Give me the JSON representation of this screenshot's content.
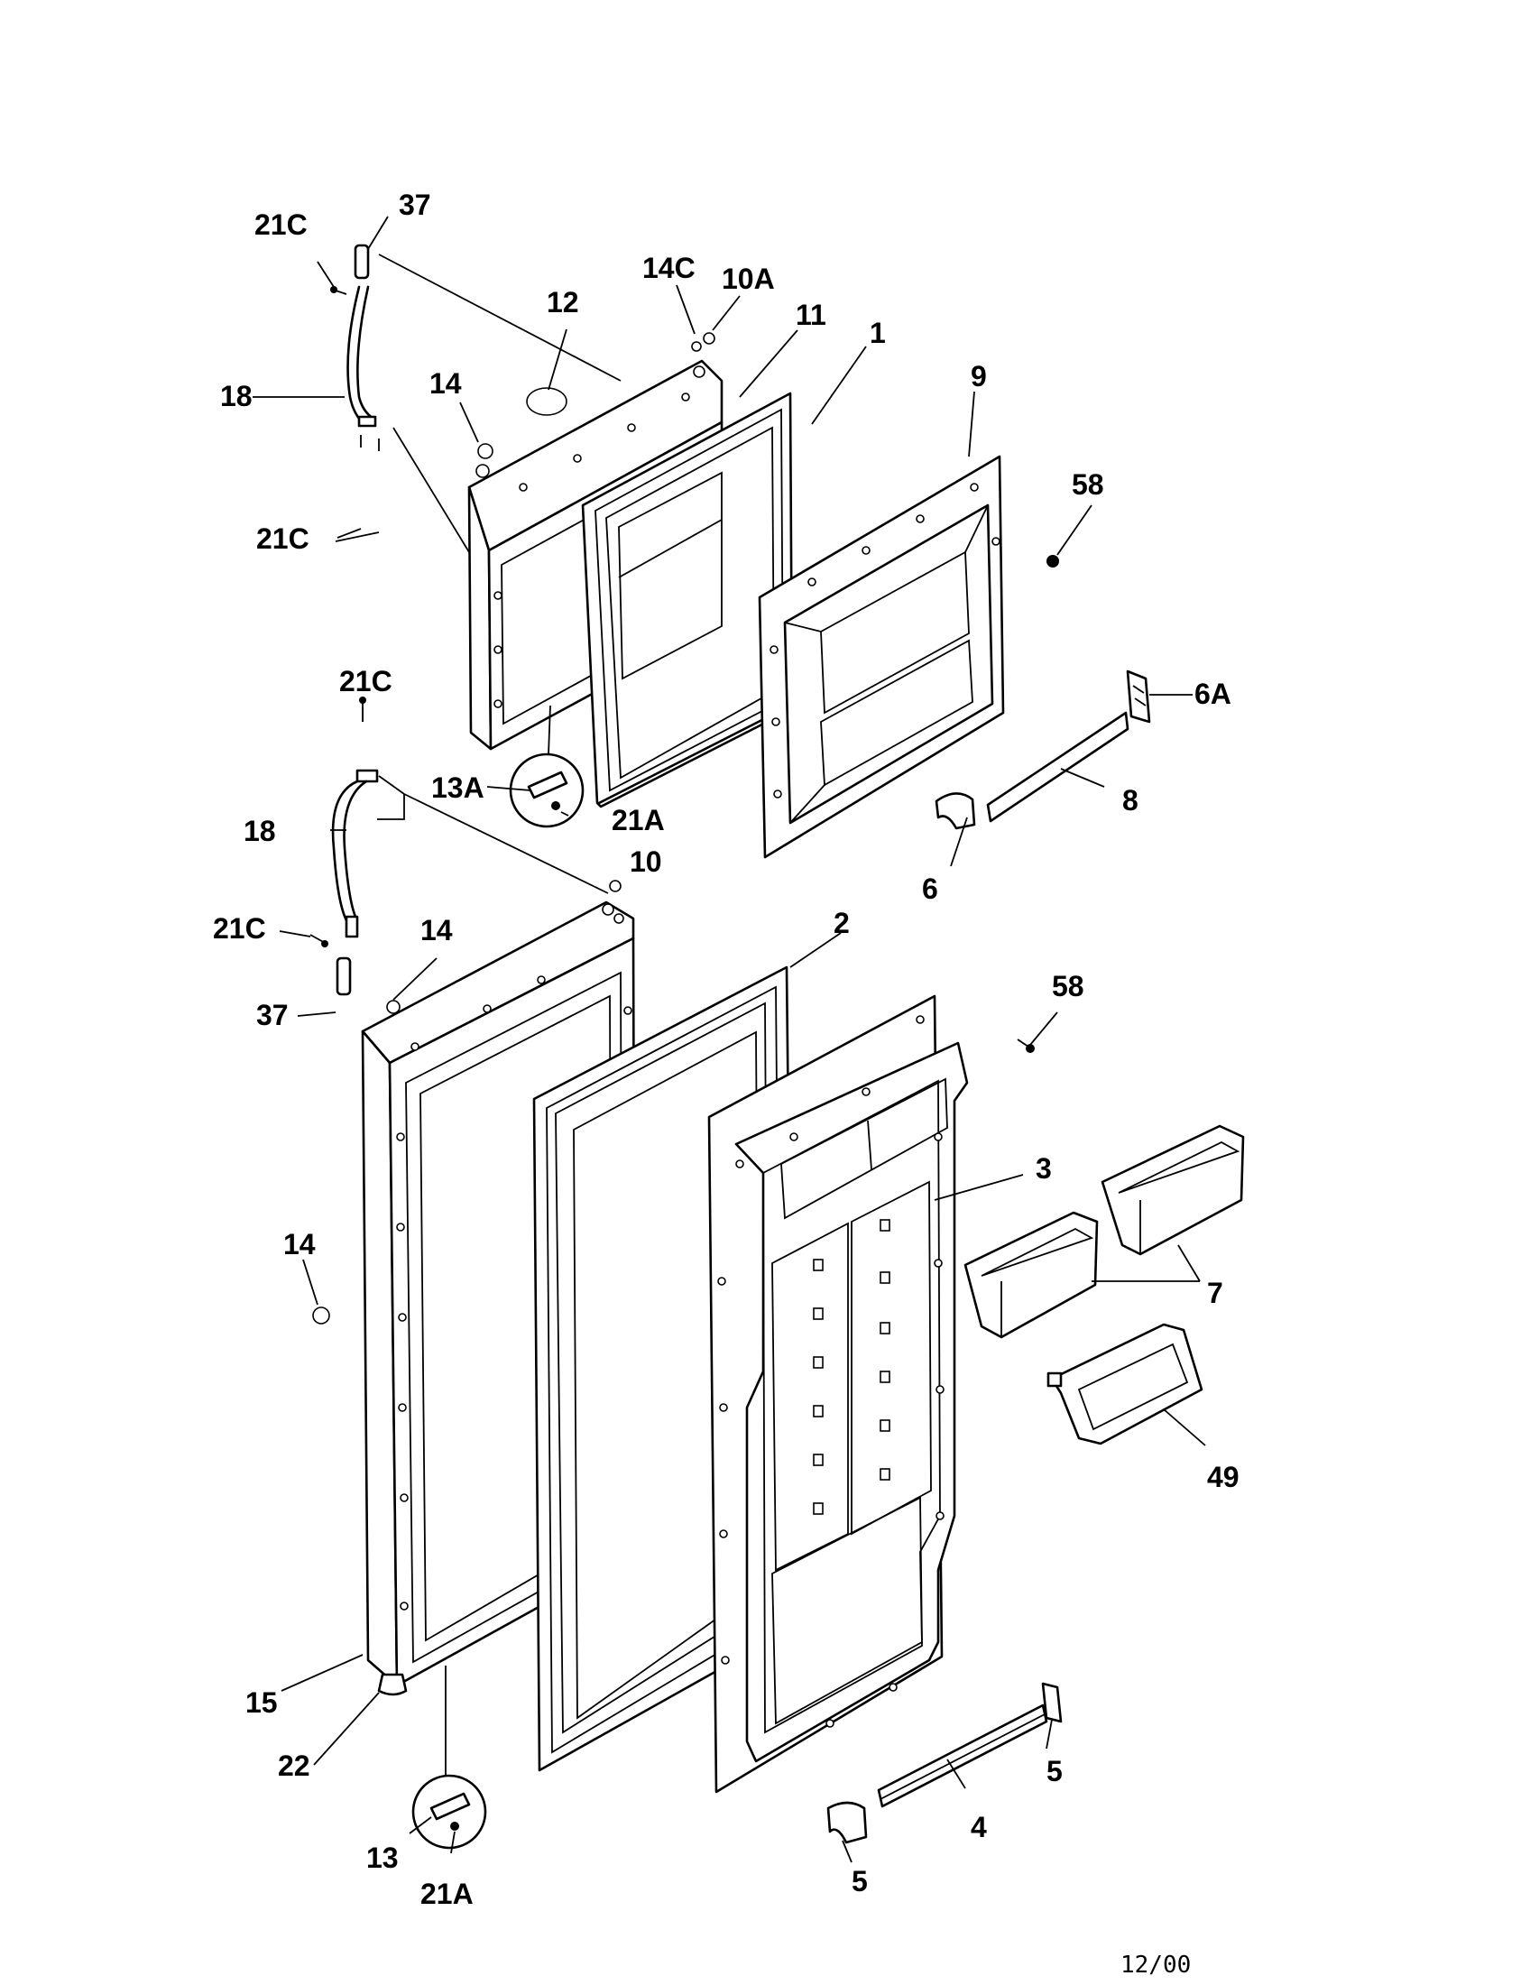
{
  "callouts": {
    "c37_top": "37",
    "c21c_top": "21C",
    "c18_top": "18",
    "c21c_mid": "21C",
    "c12": "12",
    "c14_top": "14",
    "c14c": "14C",
    "c10a": "10A",
    "c11": "11",
    "c1": "1",
    "c9": "9",
    "c58_top": "58",
    "c6a": "6A",
    "c8": "8",
    "c6": "6",
    "c21c_hinge": "21C",
    "c13a": "13A",
    "c21a_top": "21A",
    "c18_bot": "18",
    "c10": "10",
    "c21c_low": "21C",
    "c14_mid": "14",
    "c37_bot": "37",
    "c2": "2",
    "c58_bot": "58",
    "c3": "3",
    "c7": "7",
    "c14_left": "14",
    "c49": "49",
    "c15": "15",
    "c22": "22",
    "c13": "13",
    "c21a_bot": "21A",
    "c4": "4",
    "c5_right": "5",
    "c5_bot": "5"
  },
  "footer": {
    "date": "12/00"
  }
}
